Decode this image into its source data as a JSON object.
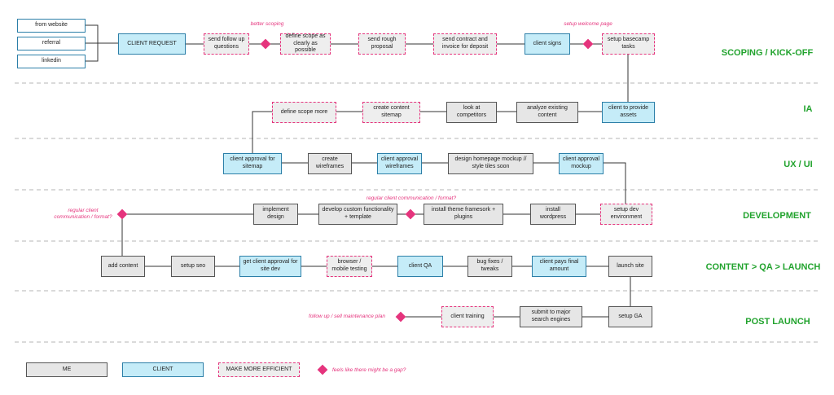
{
  "phases": {
    "scoping": "SCOPING / KICK-OFF",
    "ia": "IA",
    "ux": "UX / UI",
    "development": "DEVELOPMENT",
    "content_qa_launch": "CONTENT > QA > LAUNCH",
    "post_launch": "POST LAUNCH"
  },
  "sources": {
    "website": "from website",
    "referral": "referral",
    "linkedin": "linkedin"
  },
  "scoping": {
    "client_request": "CLIENT REQUEST",
    "follow_up": "send follow up questions",
    "define_scope": "define scope as clearly as possible",
    "rough_proposal": "send rough proposal",
    "contract": "send contract and invoice for deposit",
    "client_signs": "client signs",
    "basecamp": "setup basecamp tasks",
    "note_better_scoping": "better scoping",
    "note_welcome_page": "setup welcome page"
  },
  "ia": {
    "client_assets": "client to provide assets",
    "analyze_content": "analyze existing content",
    "competitors": "look at competitors",
    "sitemap": "create content sitemap",
    "define_scope_more": "define scope more"
  },
  "ux": {
    "approval_sitemap": "client approval for sitemap",
    "wireframes": "create wireframes",
    "approval_wireframes": "client approval wireframes",
    "homepage_mockup": "design homepage mockup // style tiles soon",
    "approval_mockup": "client approval mockup"
  },
  "development": {
    "dev_env": "setup dev environment",
    "wordpress": "install wordpress",
    "theme": "install theme framesork + plugins",
    "custom": "develop custom functionality + template",
    "implement": "implement design",
    "note_comm_mid": "regular client communication / format?",
    "note_comm_left": "regular client communication / format?"
  },
  "launch": {
    "add_content": "add content",
    "seo": "setup seo",
    "approval_dev": "get client approval for site dev",
    "browser_testing": "browser / mobile testing",
    "client_qa": "client QA",
    "bug_fixes": "bug fixes / tweaks",
    "final_payment": "client pays final amount",
    "launch_site": "launch site"
  },
  "post_launch": {
    "ga": "setup GA",
    "search_engines": "submit to major search engines",
    "training": "client training",
    "note_follow_up": "follow up / sell maintenance plan"
  },
  "legend": {
    "me": "ME",
    "client": "CLIENT",
    "efficient": "MAKE MORE EFFICIENT",
    "gap": "feels like there might be a gap?"
  },
  "colors": {
    "me_fill": "#e6e6e6",
    "client_fill": "#c5ecf8",
    "highlight": "#e5347d",
    "phase_label": "#22a32e",
    "connector": "#333333",
    "divider": "#b5b5b5"
  }
}
